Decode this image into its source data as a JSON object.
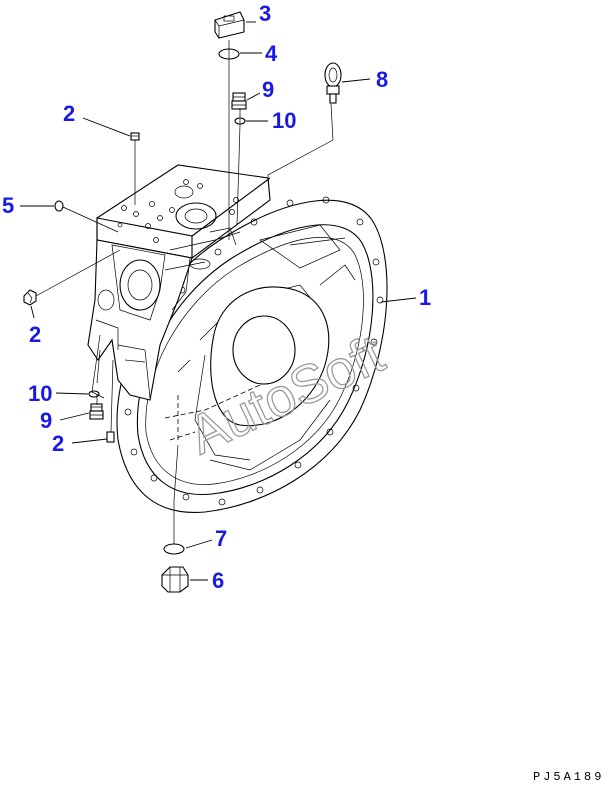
{
  "callouts": {
    "c1": "1",
    "c2a": "2",
    "c2b": "2",
    "c2c": "2",
    "c3": "3",
    "c4": "4",
    "c5": "5",
    "c6": "6",
    "c7": "7",
    "c8": "8",
    "c9a": "9",
    "c9b": "9",
    "c10a": "10",
    "c10b": "10"
  },
  "watermark": "AutoSoft",
  "drawing_code": "PJ5A189",
  "colors": {
    "callout": "#1a1ae6",
    "line": "#000000",
    "watermark": "#9a9a9a"
  }
}
